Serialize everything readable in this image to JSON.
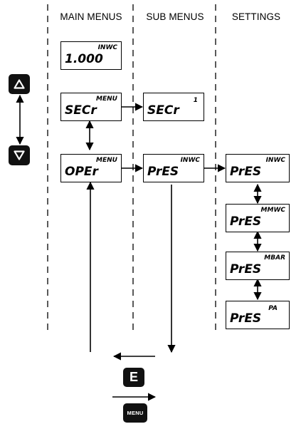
{
  "columns": {
    "main": "MAIN MENUS",
    "sub": "SUB MENUS",
    "settings": "SETTINGS"
  },
  "displays": {
    "main_value": {
      "text": "1.000",
      "unit": "INWC"
    },
    "main_secr": {
      "text": "SECr",
      "unit": "MENU"
    },
    "main_oper": {
      "text": "OPEr",
      "unit": "MENU"
    },
    "sub_secr": {
      "text": "SECr",
      "unit": "1"
    },
    "sub_pres": {
      "text": "PrES",
      "unit": "INWC"
    },
    "set_inwc": {
      "text": "PrES",
      "unit": "INWC"
    },
    "set_mmwc": {
      "text": "PrES",
      "unit": "MMWC"
    },
    "set_mbar": {
      "text": "PrES",
      "unit": "MBAR"
    },
    "set_pa": {
      "text": "PrES",
      "unit": "PA"
    }
  },
  "keys": {
    "enter": "E",
    "menu": "MENU"
  },
  "icons": {
    "up": "up-triangle-icon",
    "down": "down-triangle-icon"
  }
}
